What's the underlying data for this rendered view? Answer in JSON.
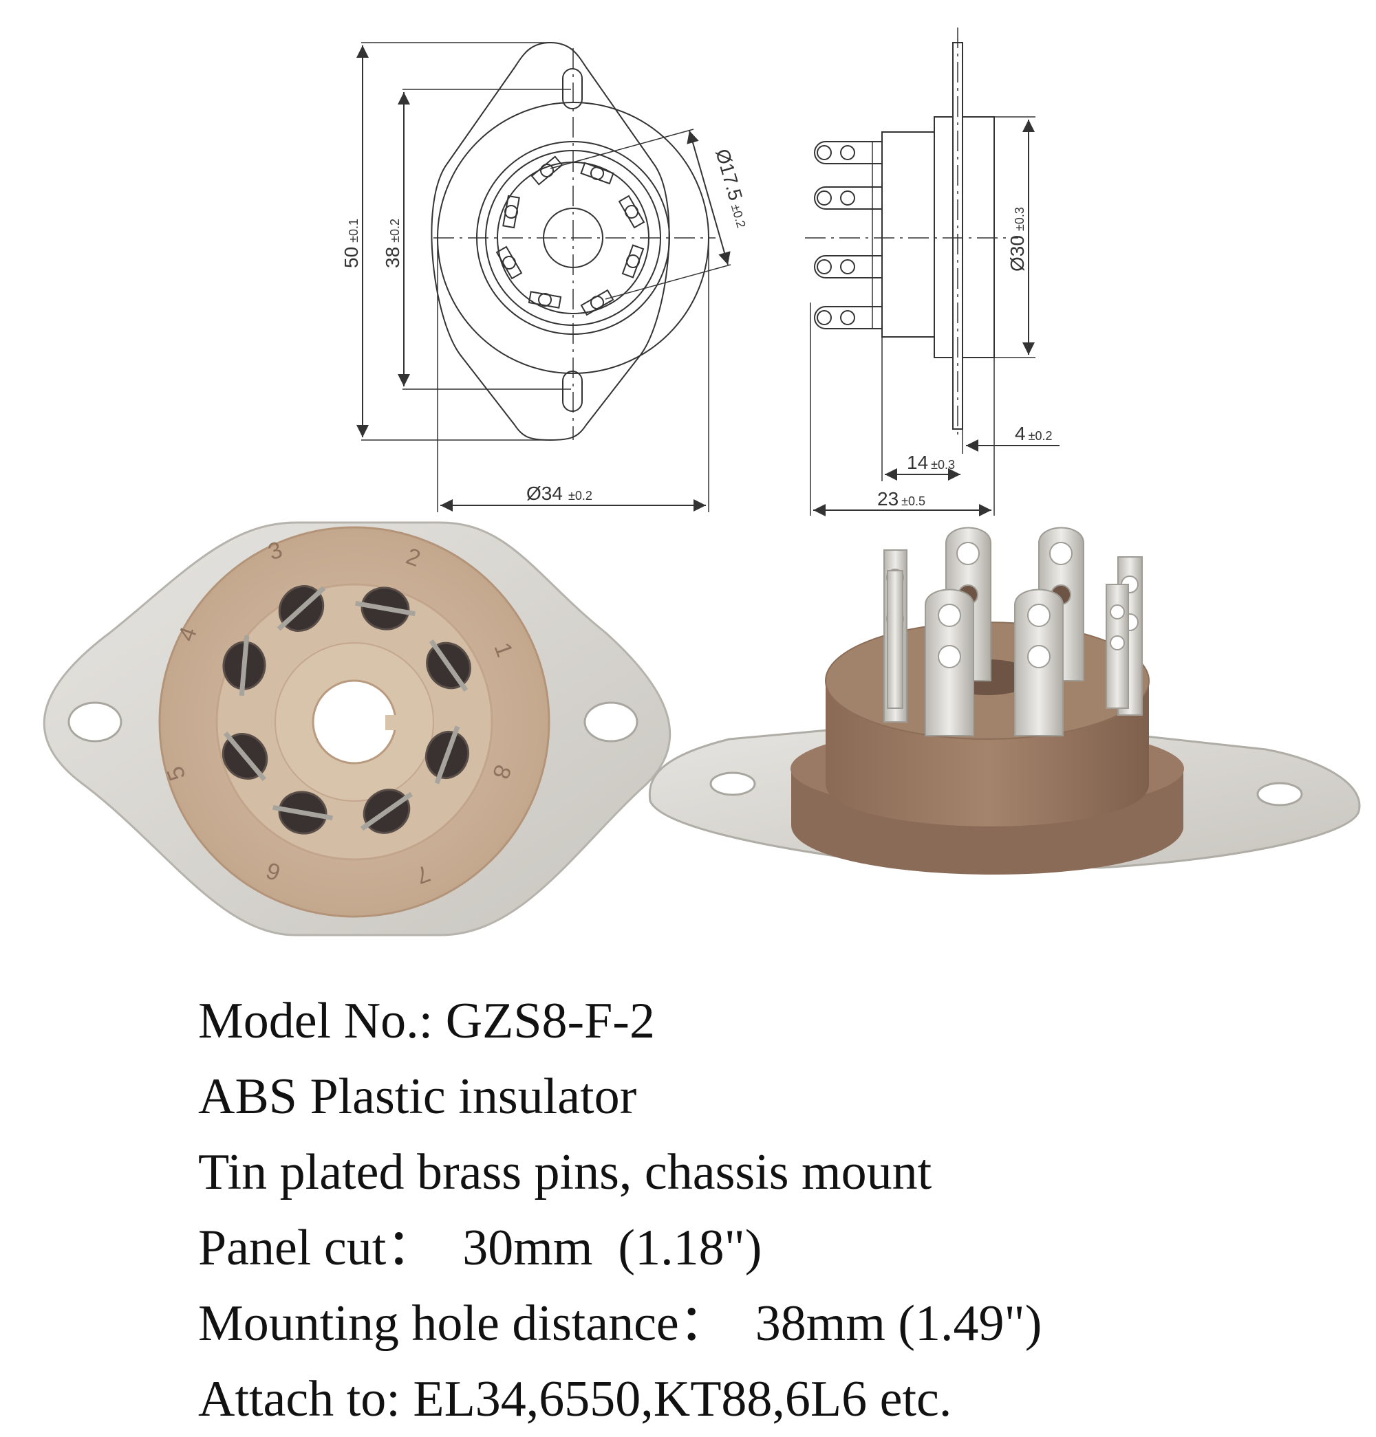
{
  "colors": {
    "line": "#333333",
    "plate": "#d9d7d2",
    "plate_edge": "#b6b3ad",
    "bakelite_light": "#cdb39a",
    "bakelite_mid": "#b99a80",
    "bakelite_dark": "#8f6e58",
    "contact_dark": "#3a3230",
    "pin_metal": "#d3d1cc"
  },
  "front_view": {
    "dim_height_total": "50",
    "dim_height_total_tol": "±0.1",
    "dim_hole_distance": "38",
    "dim_hole_distance_tol": "±0.2",
    "dim_body_dia": "Ø34",
    "dim_body_dia_tol": "±0.2",
    "dim_pin_circle": "Ø17.5",
    "dim_pin_circle_tol": "±0.2"
  },
  "side_view": {
    "dim_panel_dia": "Ø30",
    "dim_panel_dia_tol": "±0.3",
    "dim_flange": "4",
    "dim_flange_tol": "±0.2",
    "dim_body_len": "14",
    "dim_body_len_tol": "±0.3",
    "dim_total_len": "23",
    "dim_total_len_tol": "±0.5"
  },
  "photo_top": {
    "pin_numbers": [
      "1",
      "2",
      "3",
      "4",
      "5",
      "6",
      "7",
      "8"
    ]
  },
  "specs": {
    "model": "Model No.: GZS8-F-2",
    "insulator": "ABS Plastic insulator",
    "pins": "Tin plated brass pins, chassis mount",
    "panel_cut": "Panel cut：  30mm  (1.18\")",
    "mount_distance": "Mounting hole distance：  38mm (1.49\")",
    "attach": "Attach to: EL34,6550,KT88,6L6 etc."
  }
}
